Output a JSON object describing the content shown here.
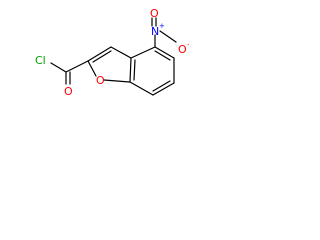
{
  "molecule": {
    "atoms": {
      "chlorine": "Cl",
      "carbonyl_oxygen": "O",
      "furan_oxygen": "O",
      "nitro_nitrogen": "N",
      "nitro_oxygen_top": "O",
      "nitro_oxygen_right": "O",
      "nitrogen_charge": "+",
      "oxygen_charge": "-"
    },
    "colors": {
      "bond": "#000000",
      "chlorine": "#00a000",
      "oxygen": "#ff0000",
      "nitrogen": "#0000ff"
    }
  }
}
